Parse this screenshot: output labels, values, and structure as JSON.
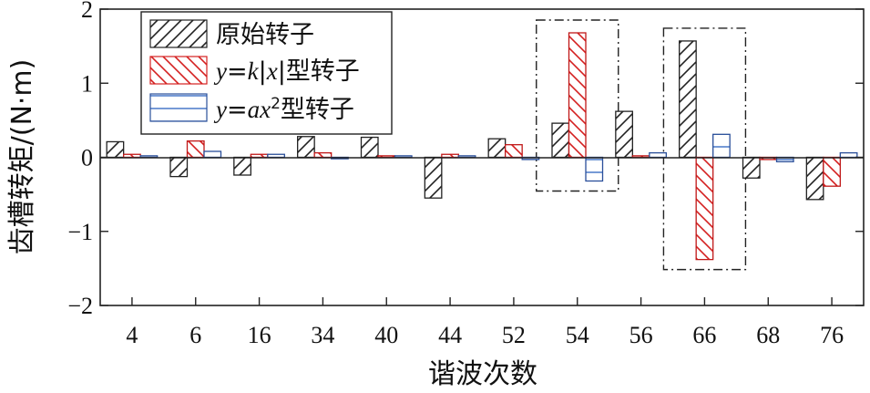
{
  "chart_data": {
    "type": "bar",
    "xlabel": "谐波次数",
    "ylabel": "齿槽转矩/(N·m)",
    "ylim": [
      -2,
      2
    ],
    "yticks": [
      -2,
      -1,
      0,
      1,
      2
    ],
    "categories": [
      "4",
      "6",
      "16",
      "34",
      "40",
      "44",
      "52",
      "54",
      "56",
      "66",
      "68",
      "76"
    ],
    "series": [
      {
        "name": "原始转子",
        "pattern": "hatch-black",
        "values": [
          0.21,
          -0.26,
          -0.24,
          0.28,
          0.27,
          -0.55,
          0.25,
          0.46,
          0.62,
          1.57,
          -0.28,
          -0.57
        ]
      },
      {
        "name": "y=k|x|型转子",
        "pattern": "hatch-red",
        "values": [
          0.04,
          0.22,
          0.04,
          0.06,
          0.02,
          0.04,
          0.17,
          1.68,
          0.02,
          -1.38,
          -0.03,
          -0.39
        ]
      },
      {
        "name": "y=ax²型转子",
        "pattern": "lines-blue",
        "values": [
          0.02,
          0.08,
          0.04,
          -0.02,
          0.02,
          0.02,
          -0.03,
          -0.32,
          0.06,
          0.31,
          -0.06,
          0.06
        ]
      }
    ],
    "highlight_boxes": [
      "54",
      "66"
    ],
    "legend_position": "top-left",
    "grid": false,
    "colors": {
      "hatch_black": "#222222",
      "hatch_red": "#d42020",
      "lines_blue": "#3a6fc4"
    }
  }
}
